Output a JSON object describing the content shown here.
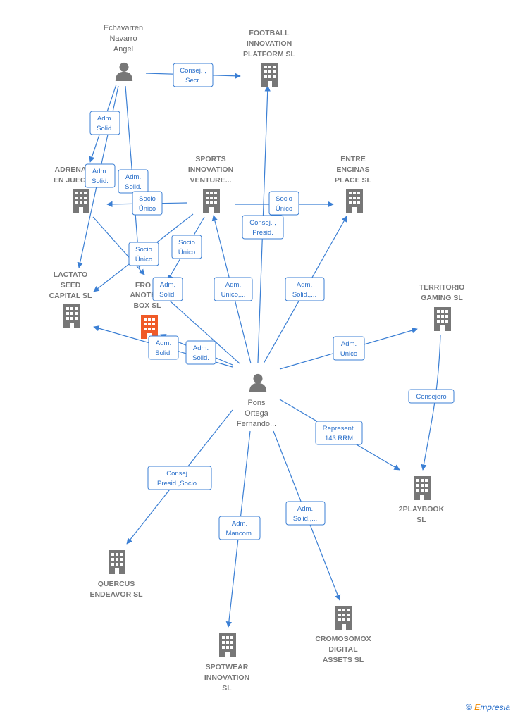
{
  "footer": {
    "copyright": "©",
    "brand_initial": "E",
    "brand_rest": "mpresia"
  },
  "colors": {
    "edge": "#3b7fd4",
    "building": "#777777",
    "building_highlight": "#f05a28",
    "person": "#777777"
  },
  "nodes": [
    {
      "id": "echavarren",
      "type": "person",
      "lines": [
        "Echavarren",
        "Navarro",
        "Angel"
      ]
    },
    {
      "id": "football",
      "type": "company",
      "lines": [
        "FOOTBALL",
        "INNOVATION",
        "PLATFORM SL"
      ]
    },
    {
      "id": "adrenalina",
      "type": "company",
      "lines": [
        "ADRENA",
        "EN JUEG"
      ]
    },
    {
      "id": "sports",
      "type": "company",
      "lines": [
        "SPORTS",
        "INNOVATION",
        "VENTURE..."
      ]
    },
    {
      "id": "entre",
      "type": "company",
      "lines": [
        "ENTRE",
        "ENCINAS",
        "PLACE SL"
      ]
    },
    {
      "id": "lactato",
      "type": "company",
      "lines": [
        "LACTATO",
        "SEED",
        "CAPITAL SL"
      ]
    },
    {
      "id": "fromanotherbox",
      "type": "company",
      "highlight": true,
      "lines": [
        "FRO",
        "ANOTH",
        "BOX SL"
      ]
    },
    {
      "id": "territorio",
      "type": "company",
      "lines": [
        "TERRITORIO",
        "GAMING SL"
      ]
    },
    {
      "id": "pons",
      "type": "person",
      "lines": [
        "Pons",
        "Ortega",
        "Fernando..."
      ]
    },
    {
      "id": "twoplaybook",
      "type": "company",
      "lines": [
        "2PLAYBOOK",
        "SL"
      ]
    },
    {
      "id": "quercus",
      "type": "company",
      "lines": [
        "QUERCUS",
        "ENDEAVOR SL"
      ]
    },
    {
      "id": "spotwear",
      "type": "company",
      "lines": [
        "SPOTWEAR",
        "INNOVATION",
        "SL"
      ]
    },
    {
      "id": "cromosomox",
      "type": "company",
      "lines": [
        "CROMOSOMOX",
        "DIGITAL",
        "ASSETS SL"
      ]
    }
  ],
  "relations": [
    {
      "id": "r1",
      "lines": [
        "Consej. ,",
        "Secr."
      ]
    },
    {
      "id": "r2",
      "lines": [
        "Adm.",
        "Solid."
      ]
    },
    {
      "id": "r3",
      "lines": [
        "Adm.",
        "Solid."
      ]
    },
    {
      "id": "r4",
      "lines": [
        "Adm.",
        "Solid."
      ]
    },
    {
      "id": "r5",
      "lines": [
        "Socio",
        "Único"
      ]
    },
    {
      "id": "r6",
      "lines": [
        "Socio",
        "Único"
      ]
    },
    {
      "id": "r7",
      "lines": [
        "Consej. ,",
        "Presid."
      ]
    },
    {
      "id": "r8",
      "lines": [
        "Socio",
        "Único"
      ]
    },
    {
      "id": "r9",
      "lines": [
        "Socio",
        "Único"
      ]
    },
    {
      "id": "r10",
      "lines": [
        "Adm.",
        "Solid."
      ]
    },
    {
      "id": "r11",
      "lines": [
        "Adm.",
        "Unico,..."
      ]
    },
    {
      "id": "r12",
      "lines": [
        "Adm.",
        "Solid.,..."
      ]
    },
    {
      "id": "r13",
      "lines": [
        "Adm.",
        "Solid."
      ]
    },
    {
      "id": "r14",
      "lines": [
        "Adm.",
        "Solid."
      ]
    },
    {
      "id": "r15",
      "lines": [
        "Adm.",
        "Unico"
      ]
    },
    {
      "id": "r16",
      "lines": [
        "Consejero"
      ]
    },
    {
      "id": "r17",
      "lines": [
        "Represent.",
        "143 RRM"
      ]
    },
    {
      "id": "r18",
      "lines": [
        "Consej. ,",
        "Presid.,Socio..."
      ]
    },
    {
      "id": "r19",
      "lines": [
        "Adm.",
        "Mancom."
      ]
    },
    {
      "id": "r20",
      "lines": [
        "Adm.",
        "Solid.,..."
      ]
    }
  ]
}
